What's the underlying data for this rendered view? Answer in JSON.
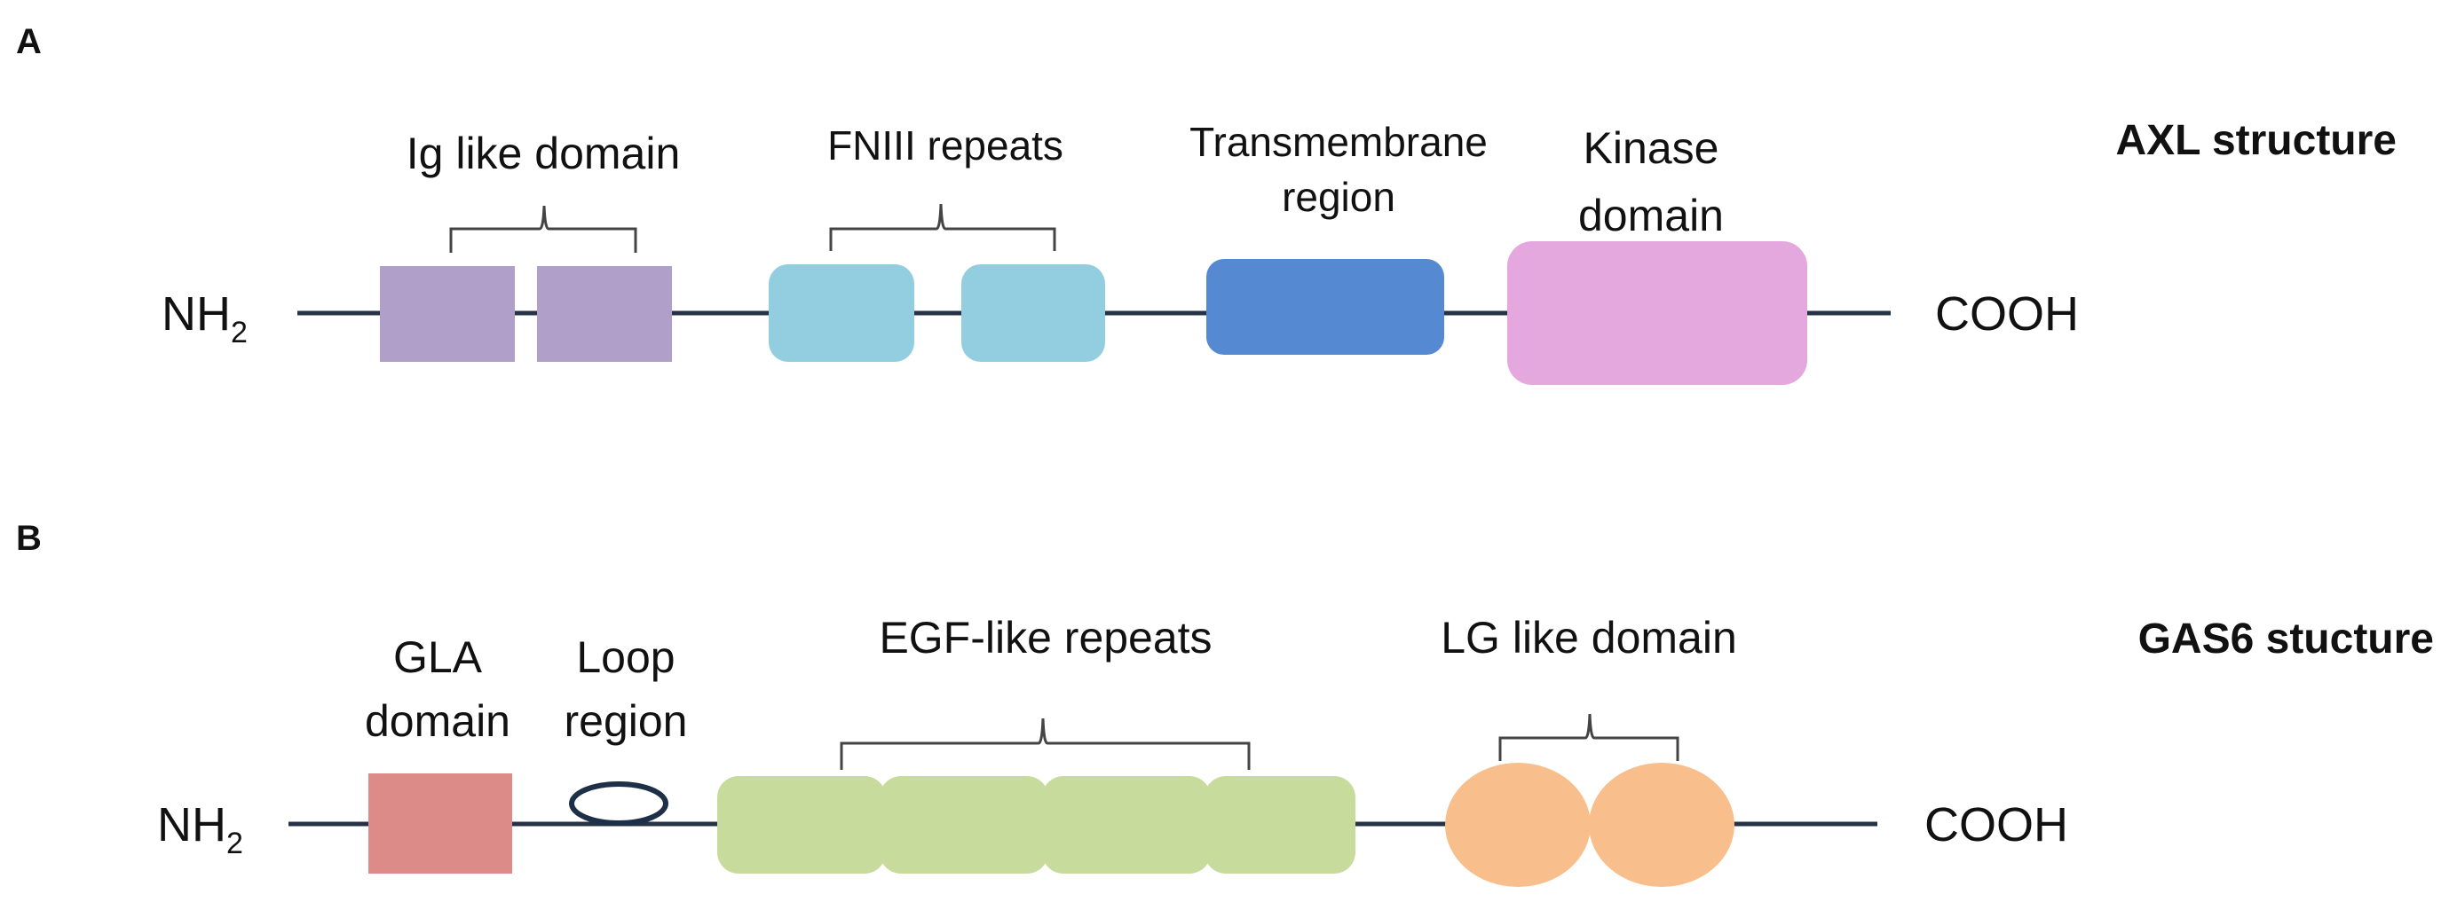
{
  "panel_a": {
    "letter": "A",
    "title": "AXL structure",
    "n_terminus": {
      "main": "NH",
      "sub": "2"
    },
    "c_terminus": "COOH",
    "labels": {
      "ig": "Ig like domain",
      "fniii": "FNIII repeats",
      "tm_line1": "Transmembrane",
      "tm_line2": "region",
      "kinase_line1": "Kinase",
      "kinase_line2": "domain"
    },
    "colors": {
      "ig": "#b09fc8",
      "fniii": "#93cde0",
      "tm": "#558ad3",
      "kinase": "#e4a8de"
    }
  },
  "panel_b": {
    "letter": "B",
    "title": "GAS6 stucture",
    "n_terminus": {
      "main": "NH",
      "sub": "2"
    },
    "c_terminus": "COOH",
    "labels": {
      "gla_line1": "GLA",
      "gla_line2": "domain",
      "loop_line1": "Loop",
      "loop_line2": "region",
      "egf": "EGF-like repeats",
      "lg": "LG like domain"
    },
    "colors": {
      "gla": "#dc8b88",
      "loop": "#1e2f48",
      "egf": "#c7dc9c",
      "lg": "#f8bf8c"
    }
  }
}
